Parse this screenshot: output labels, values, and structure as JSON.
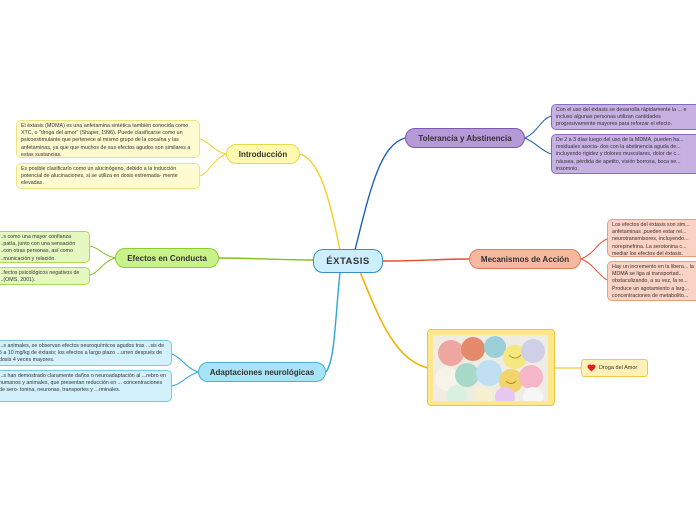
{
  "center": {
    "label": "ÉXTASIS"
  },
  "branches": {
    "intro": {
      "label": "Introducción",
      "leaves": [
        "El éxtasis (MDMA) es una anfetamina sintética también conocida como XTC, o \"droga del amor\" (Shaper, 1996). Puede clasificarse como un psicoestimulante que pertenece al mismo grupo de la cocaína y las anfetaminas, ya que que muchos de sus efectos agudos son similares a estas sustancias.",
        "Es posible clasificarlo como un alucinógeno, debido a la inducción potencial de alucinaciones, si se utiliza en dosis extremada- mente elevadas."
      ]
    },
    "efectos": {
      "label": "Efectos en Conducta",
      "leaves": [
        "...s como una mayor confianza ...patía, junto con una sensación ...con otras personas, así como ...municación y relación.",
        "...fectos psicológicos negativos de ...(OMS, 2001)."
      ]
    },
    "adaptaciones": {
      "label": "Adaptaciones neurológicas",
      "leaves": [
        "...s animales, se observan efectos neuroquímicos agudos tras ...sis de 5 a 10 mg/kg de éxtasis; los efectos a largo plazo ...urren después de dosis 4 veces mayores.",
        "...s han demostrado claramente daños o neuroadaptación al ...rebro en humanos y animales, que presentan reducción en ... concentraciones de sero- tonina, neuronas, transportes y ...rminales."
      ]
    },
    "tolerancia": {
      "label": "Tolerancia y Abstinencia",
      "leaves": [
        "Con el uso del éxtasis se desarrolla rápidamente la ... e incluso algunas personas utilizan cantidades progresivamente mayores para reforzar el efecto.",
        "De 2 a 3 días luego del uso de la MDMA, pueden ha... residuales asocia- dos con la abstinencia aguda de... incluyendo rigidez y dolores musculares, dolor de c... náusea, pérdida de apetito, visión borrosa, boca se... insomnio."
      ]
    },
    "mecanismos": {
      "label": "Mecanismos de Acción",
      "leaves": [
        "Los efectos del éxtasis son sim... anfetaminas ,pueden estar rel... neurotransmisores, incluyendo... norepinefrina. La serotonina c... mediar los efectos del éxtasis.",
        "Hay un incremento en la libera... la MDMA se liga al transportad... obstaculizando, a su vez, la re... Produce un agotamiento a larg... concentraciones de metabolito..."
      ]
    }
  },
  "image_tag": {
    "label": "Droga del Amor",
    "icon": "heart-icon"
  },
  "colors": {
    "intro": "#f2d028",
    "efectos": "#7fc31c",
    "adaptaciones": "#2ea6d6",
    "tolerancia": "#1f5fb5",
    "mecanismos": "#e0522a",
    "image": "#f0b400"
  }
}
